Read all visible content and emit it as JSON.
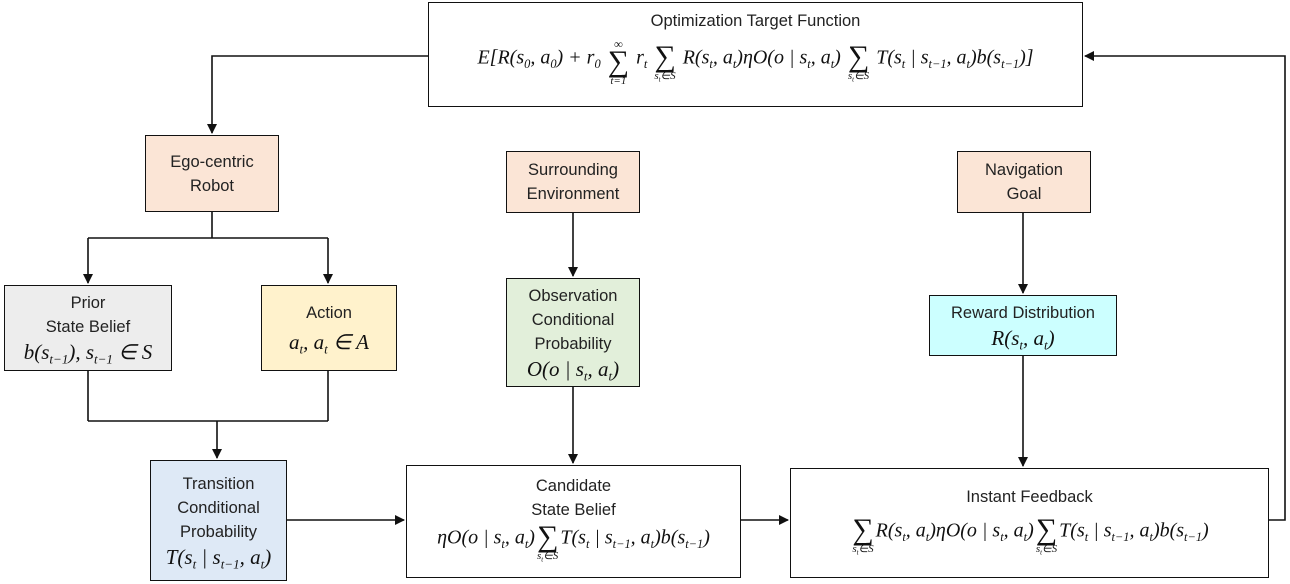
{
  "optimization": {
    "title": "Optimization Target Function",
    "formula": "E[R(s0, a0) + r0 Σ_{t=1}^{∞} rt Σ_{st∈S} R(st, at) η O(o | st, at) Σ_{st∈S} T(st | st−1, at) b(st−1)]"
  },
  "ego_robot": {
    "line1": "Ego-centric",
    "line2": "Robot"
  },
  "surrounding": {
    "line1": "Surrounding",
    "line2": "Environment"
  },
  "navigation": {
    "line1": "Navigation",
    "line2": "Goal"
  },
  "prior": {
    "line1": "Prior",
    "line2": "State Belief",
    "formula": "b(st−1), st−1 ∈ S"
  },
  "action": {
    "label": "Action",
    "formula": "at, at ∈ A"
  },
  "observation": {
    "line1": "Observation",
    "line2": "Conditional",
    "line3": "Probability",
    "formula": "O(o | st, at)"
  },
  "reward": {
    "label": "Reward Distribution",
    "formula": "R(st, at)"
  },
  "transition": {
    "line1": "Transition",
    "line2": "Conditional",
    "line3": "Probability",
    "formula": "T(st | st−1, at)"
  },
  "candidate": {
    "line1": "Candidate",
    "line2": "State Belief",
    "formula": "η O(o | st, at) Σ_{st∈S} T(st | st−1, at) b(st−1)"
  },
  "instant": {
    "label": "Instant Feedback",
    "formula": "Σ_{st∈S} R(st, at) η O(o | st, at) Σ_{st∈S} T(st | st−1, at) b(st−1)"
  },
  "colors": {
    "peach": "#fbe5d6",
    "grey": "#ededed",
    "yellow": "#fff2cc",
    "green": "#e2efda",
    "cyan": "#ccffff",
    "blue": "#dee9f6",
    "line": "#111111"
  }
}
